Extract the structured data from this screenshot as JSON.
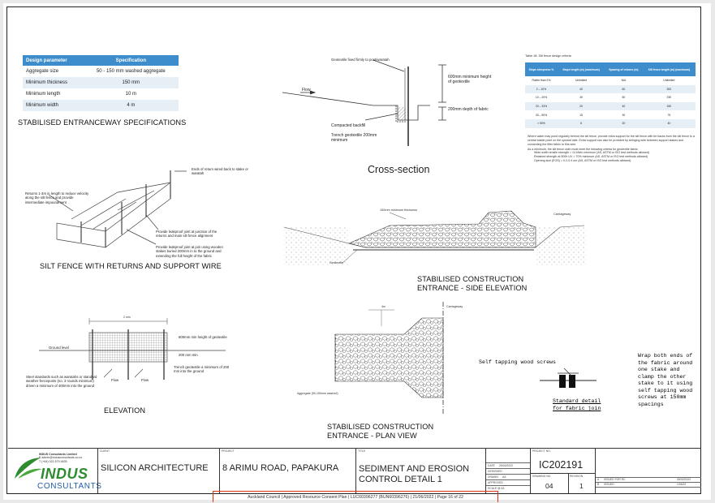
{
  "spec_table": {
    "headers": [
      "Design parameter",
      "Specification"
    ],
    "rows": [
      [
        "Aggregate size",
        "50 - 150 mm washed aggregate"
      ],
      [
        "Minimum thickness",
        "150 mm"
      ],
      [
        "Minimum length",
        "10 m"
      ],
      [
        "Minimum width",
        "4 m"
      ]
    ]
  },
  "captions": {
    "entranceway_specs": "STABILISED ENTRANCEWAY SPECIFICATIONS",
    "cross_section": "Cross-section",
    "silt_fence_returns": "SILT FENCE WITH RETURNS AND SUPPORT WIRE",
    "side_elevation_1": "STABILISED CONSTRUCTION",
    "side_elevation_2": "ENTRANCE - SIDE ELEVATION",
    "elevation": "ELEVATION",
    "plan_view_1": "STABILISED CONSTRUCTION",
    "plan_view_2": "ENTRANCE - PLAN VIEW"
  },
  "cross_section_labels": {
    "geotextile": "Geotextile fixed firmly to post/waratah",
    "flow": "Flow",
    "height": "600mm minimum height of geotextile",
    "depth": "200mm depth of fabric",
    "backfill": "Compacted backfill",
    "trench": "Trench geotextile 200mm minimum"
  },
  "silt_fence_labels": {
    "returns": "Returns 1-3m in length to reduce velocity along the silt fence and provide intermediate impoundment",
    "ends": "Ends of return wired back to stake or waratah",
    "joint1": "Provide leakproof joint at junction of the returns and main silt fence alignment",
    "joint2": "Provide leakproof joint at join using wooden stakes buried 200mm in to the ground and extending the full height of the fabric"
  },
  "elevation_labels": {
    "ground": "Ground level",
    "height": "600mm min height of geotextile",
    "depth": "200 mm min",
    "trench": "Trench geotextile a minimum of 200 mm into the ground",
    "standards": "Steel standards such as waratahs or standard weather fenceposts (no. 3 rounds minimum) driven a minimum of 400mm into the ground",
    "flow": "Flow",
    "dimension": "2 min"
  },
  "side_elevation_labels": {
    "thickness": "150mm minimum thickness",
    "carriageway": "Carriageway",
    "geotextile": "Geotextile"
  },
  "plan_view_labels": {
    "carriageway": "Carriageway",
    "aggregate": "Aggregate (50-150mm washed)",
    "width": "4m"
  },
  "fabric_join": {
    "screws": "Self tapping wood screws",
    "caption_1": "Standard detail",
    "caption_2": "for fabric join",
    "note": "Wrap both ends of the fabric around one stake and clamp the other stake to it using self tapping wood screws at 150mm spacings"
  },
  "design_table": {
    "title": "Table 18: Silt fence design criteria",
    "headers": [
      "Slope steepness %",
      "Slope length (m) (maximum)",
      "Spacing of returns (m)",
      "Silt fence length (m) (maximum)"
    ],
    "rows": [
      [
        "Flatter than 2%",
        "Unlimited",
        "N/A",
        "Unlimited"
      ],
      [
        "2 – 10%",
        "40",
        "60",
        "300"
      ],
      [
        "10 – 20%",
        "30",
        "50",
        "230"
      ],
      [
        "20 – 33%",
        "20",
        "40",
        "150"
      ],
      [
        "33 – 50%",
        "15",
        "30",
        "75"
      ],
      [
        "> 50%",
        "6",
        "20",
        "40"
      ]
    ]
  },
  "design_notes": [
    "Where water may pond regularly behind the silt fence, provide extra support for the silt fence with tie backs from the silt fence to a central stable point on the upward side. Extra support can also be provided by stringing wire between support stakes and connecting the filter fabric to this wire.",
    "As a minimum, the silt fence cloth must meet the following criteria for geotextile fabric:",
    "Wide width tensile strength = 14 kN/m minimum (AS, ASTM or ISO test methods allowed)",
    "Retained strength at 500h UV = 70% minimum (AS, ASTM or ISO test methods allowed)",
    "Opening size (EOS) = 0.2-0.4 um (AS, ASTM or ISO test methods allowed)."
  ],
  "title_block": {
    "logo_text": "INDUS",
    "logo_sub": "CONSULTANTS",
    "firm_name": "INDUS Consultants Limited",
    "firm_email": "E admin@indusconsultants.co.nz",
    "firm_phone": "T (+64) 022 579 4635",
    "client_label": "CLIENT",
    "client": "SILICON ARCHITECTURE",
    "project_label": "PROJECT",
    "project": "8 ARIMU ROAD, PAPAKURA",
    "title_label": "TITLE",
    "title_1": "SEDIMENT AND EROSION",
    "title_2": "CONTROL DETAIL 1",
    "date_label": "DATE",
    "date": "26/02/2022",
    "designed_label": "DESIGNED",
    "drawn_label": "DRAWN",
    "drawn": "AA",
    "approved_label": "APPROVED",
    "scale_label": "SCALE @ A3",
    "project_no_label": "PROJECT NO.",
    "project_no": "IC202191",
    "drawing_no_label": "DRAWING NO.",
    "drawing_no": "04",
    "revision_label": "REVISION",
    "revision": "1",
    "rev_rows": [
      [
        "A",
        "ISSUED FOR RC",
        "26/02/2022"
      ],
      [
        "B",
        "ISSUED",
        "1/06/22"
      ]
    ]
  },
  "consent_stamp": "Auckland Council  |  Approved Resource Consent Plan  |  LUC60396277 (BUN60396276)  |  21/06/2022  |  Page 16 of 22",
  "colors": {
    "table_header": "#3d8dcc",
    "table_alt_row": "#e6eef6",
    "logo_green": "#2e8b2e",
    "logo_blue": "#1f5fa8",
    "stamp_border": "#dd3311"
  }
}
